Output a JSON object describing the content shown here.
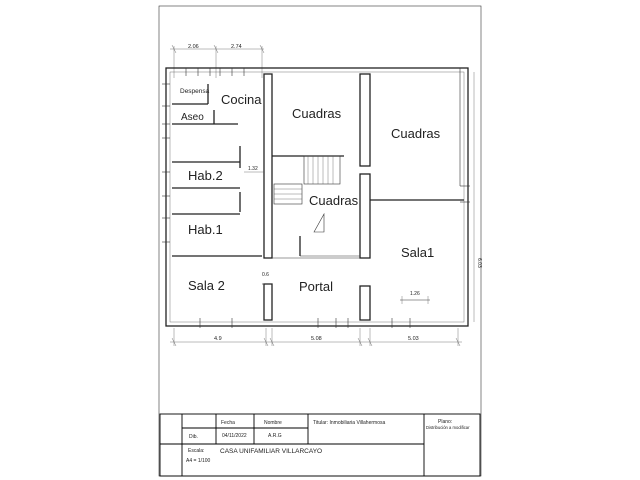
{
  "dimensions": {
    "top_left": "2.06",
    "top_right": "2.74",
    "corridor_small": "1.32",
    "portal_gap": "0.6",
    "sala1_window": "1.26",
    "right_side": "6.03",
    "bottom_left": "4.9",
    "bottom_mid": "5.08",
    "bottom_right": "5.03"
  },
  "rooms": {
    "despensa": "Despensa",
    "cocina": "Cocina",
    "aseo": "Aseo",
    "cuadras_1": "Cuadras",
    "cuadras_2": "Cuadras",
    "cuadras_3": "Cuadras",
    "hab2": "Hab.2",
    "hab1": "Hab.1",
    "sala2": "Sala 2",
    "portal": "Portal",
    "sala1": "Sala1"
  },
  "title_block": {
    "fecha_label": "Fecha",
    "nombre_label": "Nombre",
    "titular": "Titular: Inmobiliaria Villahermosa",
    "plano_label": "Plano:",
    "plano_value": "Distribución a modificar",
    "dib_label": "Dib.",
    "fecha_value": "04/11/2022",
    "nombre_value": "A.R.G",
    "escala_label": "Escala:",
    "escala_value": "A4 = 1/100",
    "project": "CASA UNIFAMILIAR VILLARCAYO"
  }
}
